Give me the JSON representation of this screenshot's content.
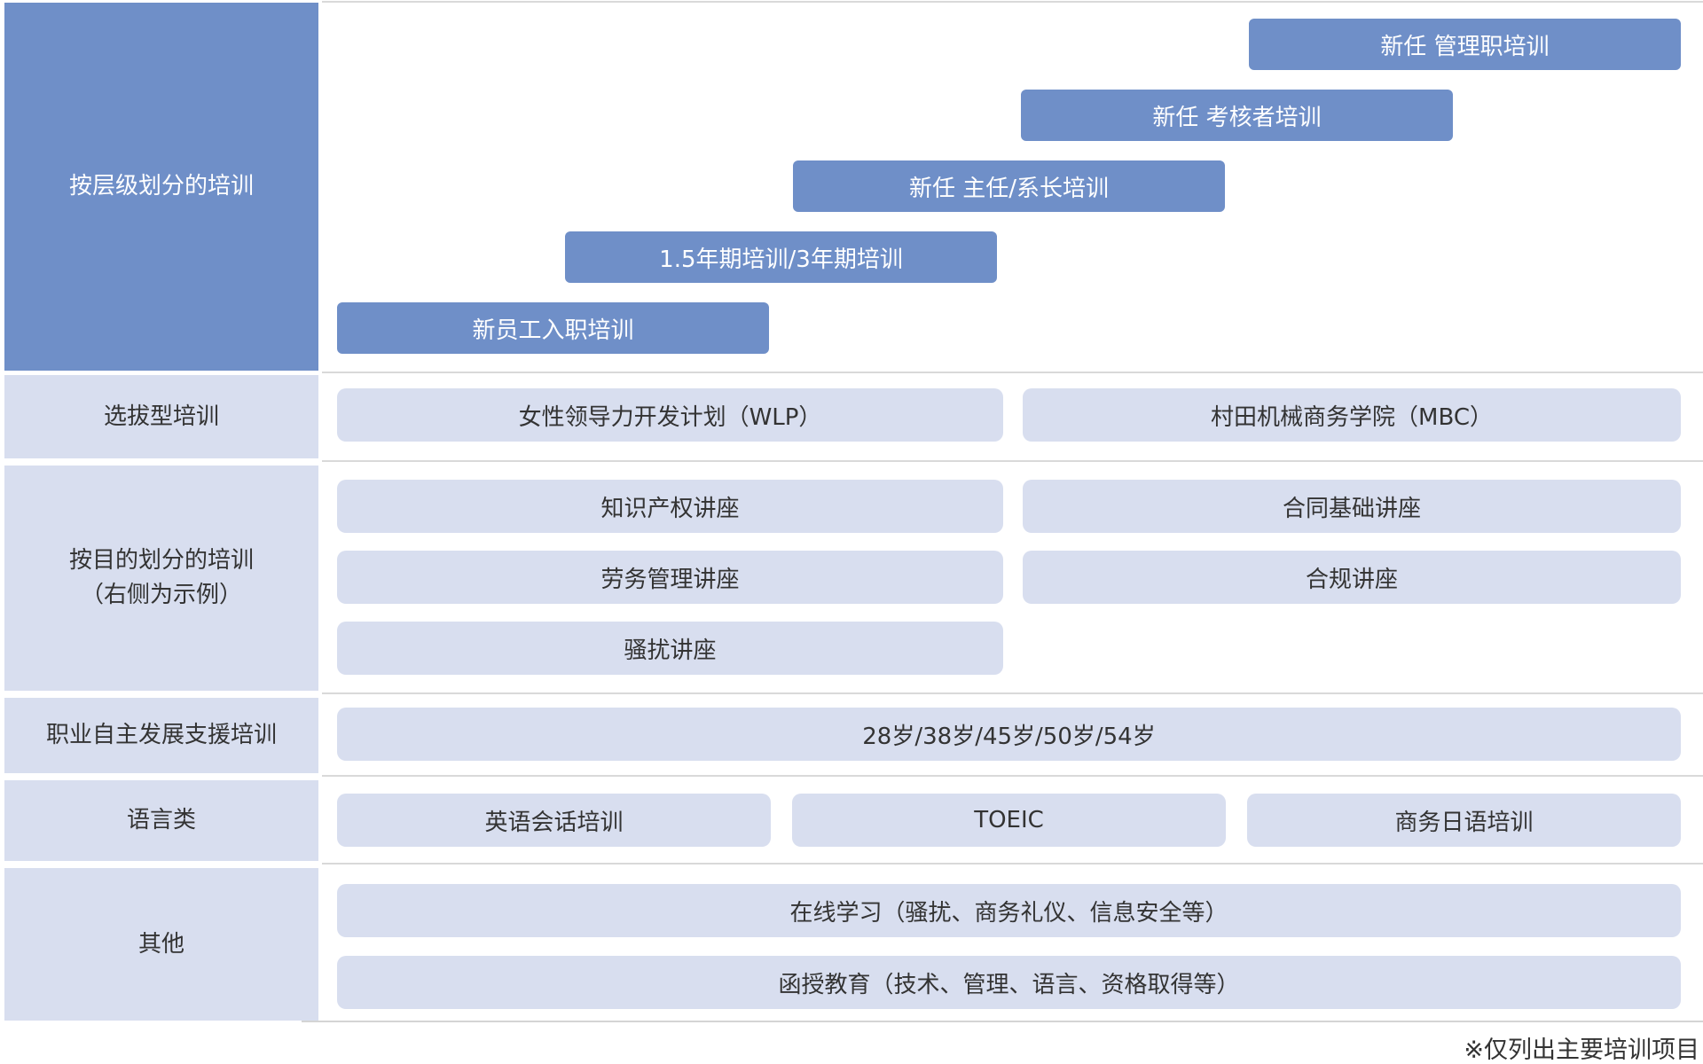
{
  "colors": {
    "primary_blue": "#6f8fc8",
    "light_blue": "#d8deef",
    "divider_gray": "#d9d9d9",
    "dark_text": "#333333",
    "light_text": "#ffffff"
  },
  "sections": {
    "by_level": {
      "label": "按层级划分的培训",
      "bars": [
        "新员工入职培训",
        "1.5年期培训/3年期培训",
        "新任 主任/系长培训",
        "新任 考核者培训",
        "新任 管理职培训"
      ]
    },
    "selective": {
      "label": "选拔型培训",
      "bars": [
        "女性领导力开发计划（WLP）",
        "村田机械商务学院（MBC）"
      ]
    },
    "by_purpose": {
      "label_line1": "按目的划分的培训",
      "label_line2": "（右侧为示例）",
      "bars": [
        "知识产权讲座",
        "合同基础讲座",
        "劳务管理讲座",
        "合规讲座",
        "骚扰讲座"
      ]
    },
    "career_support": {
      "label": "职业自主发展支援培训",
      "bars": [
        "28岁/38岁/45岁/50岁/54岁"
      ]
    },
    "language": {
      "label": "语言类",
      "bars": [
        "英语会话培训",
        "TOEIC",
        "商务日语培训"
      ]
    },
    "other": {
      "label": "其他",
      "bars": [
        "在线学习（骚扰、商务礼仪、信息安全等）",
        "函授教育（技术、管理、语言、资格取得等）"
      ]
    }
  },
  "footnote": "※仅列出主要培训项目"
}
